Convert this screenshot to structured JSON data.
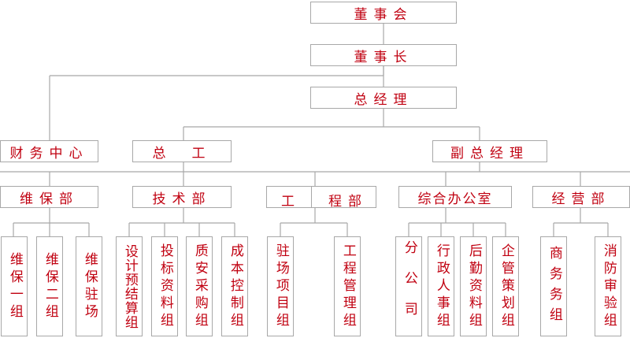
{
  "colors": {
    "text": "#c00010",
    "border": "#a8a8a8",
    "line": "#a8a8a8"
  },
  "top": {
    "board": "董事会",
    "chairman": "董事长",
    "gm": "总经理"
  },
  "level2": {
    "finance": "财务中心",
    "chief_engineer": "总　工",
    "deputy_gm": "副总经理"
  },
  "departments": {
    "maintenance": "维保部",
    "technology": "技术部",
    "engineering_left": "工",
    "engineering_right": "程部",
    "general_office": "综合办公室",
    "operations": "经营部"
  },
  "groups": {
    "maint1": "维保一组",
    "maint2": "维保二组",
    "maint_site": "维保驻场",
    "design_budget": "设计预结算组",
    "bid_docs": "投标资料组",
    "quality_procure": "质安采购组",
    "cost_control": "成本控制组",
    "site_project": "驻场项目组",
    "eng_management": "工程管理组",
    "branch_company": "分公司",
    "admin_hr": "行政人事组",
    "logistics_docs": "后勤资料组",
    "enterprise_planning": "企管策划组",
    "business": "商务务组",
    "fire_review": "消防审验组"
  }
}
